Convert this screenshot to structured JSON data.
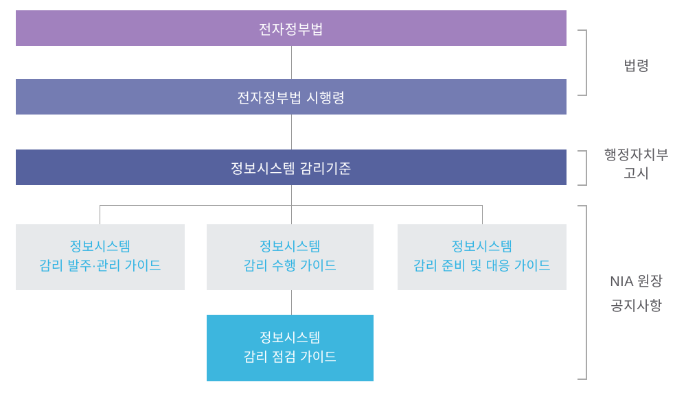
{
  "palette": {
    "bar1": "#a181be",
    "bar2": "#747cb2",
    "bar3": "#56629e",
    "guide_bg": "#e7e9eb",
    "guide_text": "#2fb3e3",
    "check_bg": "#3db6de",
    "line": "#999999",
    "bracket": "#a9a9a9",
    "annotation_text": "#59585d"
  },
  "diagram": {
    "bars": [
      {
        "label": "전자정부법"
      },
      {
        "label": "전자정부법 시행령"
      },
      {
        "label": "정보시스템 감리기준"
      }
    ],
    "guides": [
      {
        "line1": "정보시스템",
        "line2": "감리 발주·관리 가이드"
      },
      {
        "line1": "정보시스템",
        "line2": "감리 수행 가이드"
      },
      {
        "line1": "정보시스템",
        "line2": "감리 준비 및 대응 가이드"
      }
    ],
    "check_guide": {
      "line1": "정보시스템",
      "line2": "감리 점검 가이드"
    },
    "annotations": [
      {
        "line1": "법령"
      },
      {
        "line1": "행정자치부",
        "line2": "고시"
      },
      {
        "line1": "NIA 원장",
        "line2": "공지사항"
      }
    ]
  }
}
